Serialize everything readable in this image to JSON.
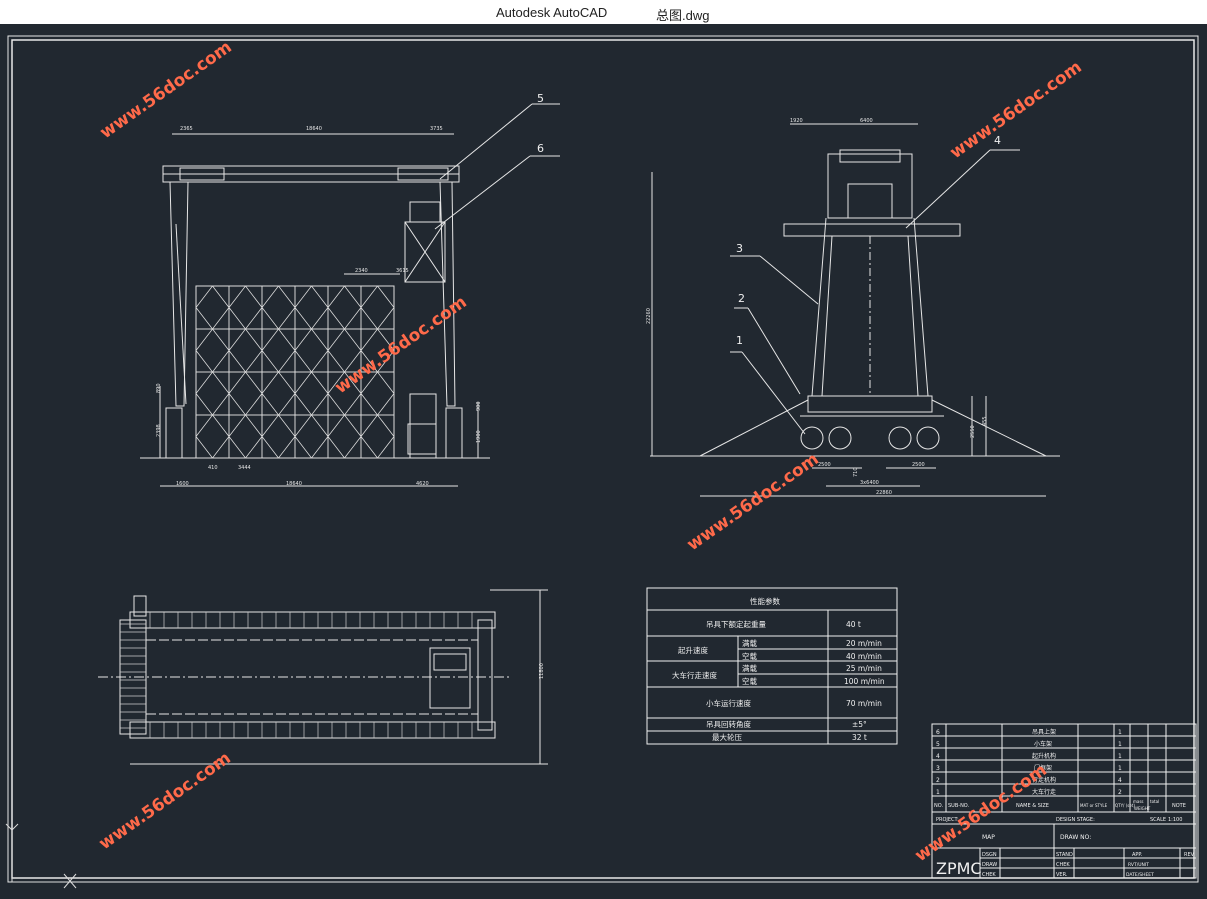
{
  "window": {
    "app_name": "Autodesk AutoCAD",
    "file_name": "总图.dwg"
  },
  "watermark": "www.56doc.com",
  "colors": {
    "background": "#212830",
    "line": "#ffffff",
    "titlebar": "#ffffff"
  },
  "drawing": {
    "front_view": {
      "dims_top": [
        "2365",
        "18640",
        "3735"
      ],
      "dim_inner": "2340",
      "dim_inner2": "3615",
      "dims_left": [
        "890",
        "2398"
      ],
      "dims_right": [
        "900",
        "1900"
      ],
      "dims_bottom": [
        "410",
        "3444"
      ],
      "dims_base": [
        "1600",
        "18640",
        "4620"
      ],
      "callouts": [
        "5",
        "6"
      ]
    },
    "side_view": {
      "dims_top": [
        "1920",
        "6400"
      ],
      "dim_height": "22260",
      "dims_right": [
        "2550",
        "455"
      ],
      "dims_bottom": [
        "2500",
        "2500",
        "3x6400",
        "22860",
        "710"
      ],
      "callouts": [
        "4",
        "3",
        "2",
        "1"
      ]
    },
    "plan_view": {
      "dim_width": "11800"
    },
    "spec_table": {
      "title": "性能参数",
      "rows": [
        {
          "label": "吊具下额定起重量",
          "sub": "",
          "value": "40 t"
        },
        {
          "label": "起升速度",
          "sub": "满载",
          "value": "20 m/min"
        },
        {
          "label": "",
          "sub": "空载",
          "value": "40 m/min"
        },
        {
          "label": "大车行走速度",
          "sub": "满载",
          "value": "25 m/min"
        },
        {
          "label": "",
          "sub": "空载",
          "value": "100 m/min"
        },
        {
          "label": "小车运行速度",
          "sub": "",
          "value": "70 m/min"
        },
        {
          "label": "吊具回转角度",
          "sub": "",
          "value": "±5°"
        },
        {
          "label": "最大轮压",
          "sub": "",
          "value": "32 t"
        }
      ]
    },
    "title_block": {
      "parts": [
        {
          "no": "6",
          "name": "吊具上架",
          "qty": "1"
        },
        {
          "no": "5",
          "name": "小车架",
          "qty": "1"
        },
        {
          "no": "4",
          "name": "起升机构",
          "qty": "1"
        },
        {
          "no": "3",
          "name": "门框架",
          "qty": "1"
        },
        {
          "no": "2",
          "name": "行走机构",
          "qty": "4"
        },
        {
          "no": "1",
          "name": "大车行走",
          "qty": "2"
        }
      ],
      "headers": [
        "NO.",
        "SUB-NO.",
        "NAME & SIZE",
        "MAT or STYLE",
        "QTY/ (set)",
        "mass",
        "total",
        "NOTE"
      ],
      "weight_label": "WEIGHT",
      "project_label": "PROJECT:",
      "design_label": "DESIGN STAGE:",
      "scale_label": "SCALE",
      "scale_value": "1:100",
      "map_label": "MAP",
      "drawing_no_label": "DRAW NO:",
      "company": "ZPMC",
      "sign_rows": [
        "DSGN",
        "DRAW",
        "CHEK"
      ],
      "sign_rows2": [
        "STAND",
        "CHEK",
        "VER."
      ],
      "sign_right": [
        "APP.",
        "RVT/UNIT",
        "DATE/SHEET"
      ],
      "rev_label": "REV"
    }
  }
}
